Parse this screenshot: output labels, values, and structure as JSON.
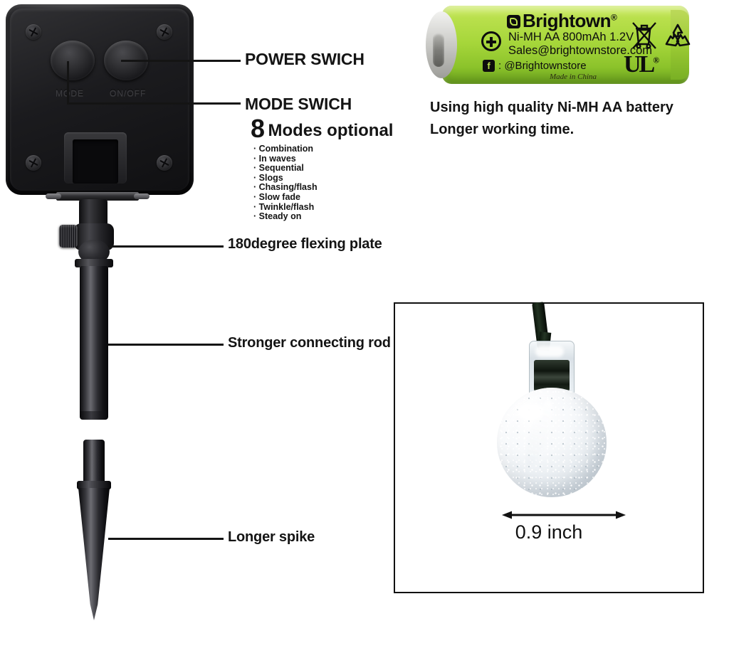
{
  "callouts": {
    "power_switch": "POWER SWICH",
    "mode_switch": "MODE SWICH",
    "flexing_plate": "180degree flexing plate",
    "connecting_rod": "Stronger connecting rod",
    "longer_spike": "Longer spike"
  },
  "housing": {
    "mode_label": "MODE",
    "onoff_label": "ON/OFF"
  },
  "modes": {
    "count": "8",
    "heading": "Modes optional",
    "items": [
      "Combination",
      "In waves",
      "Sequential",
      "Slogs",
      "Chasing/flash",
      "Slow fade",
      "Twinkle/flash",
      "Steady on"
    ]
  },
  "battery": {
    "brand": "Brightown",
    "brand_trademark": "®",
    "spec": "Ni-MH AA 800mAh 1.2V",
    "email": "Sales@brightownstore.com",
    "facebook_glyph": "f",
    "facebook_handle": ": @Brightownstore",
    "made_in": "Made in China",
    "ul_mark": "UL",
    "ul_trademark": "®",
    "caption_line1": "Using high quality Ni-MH AA battery",
    "caption_line2": "Longer working time."
  },
  "bulb_panel": {
    "dimension": "0.9 inch"
  },
  "colors": {
    "battery_green": "#a6d63a",
    "text_dark": "#141414",
    "panel_border": "#111111"
  }
}
